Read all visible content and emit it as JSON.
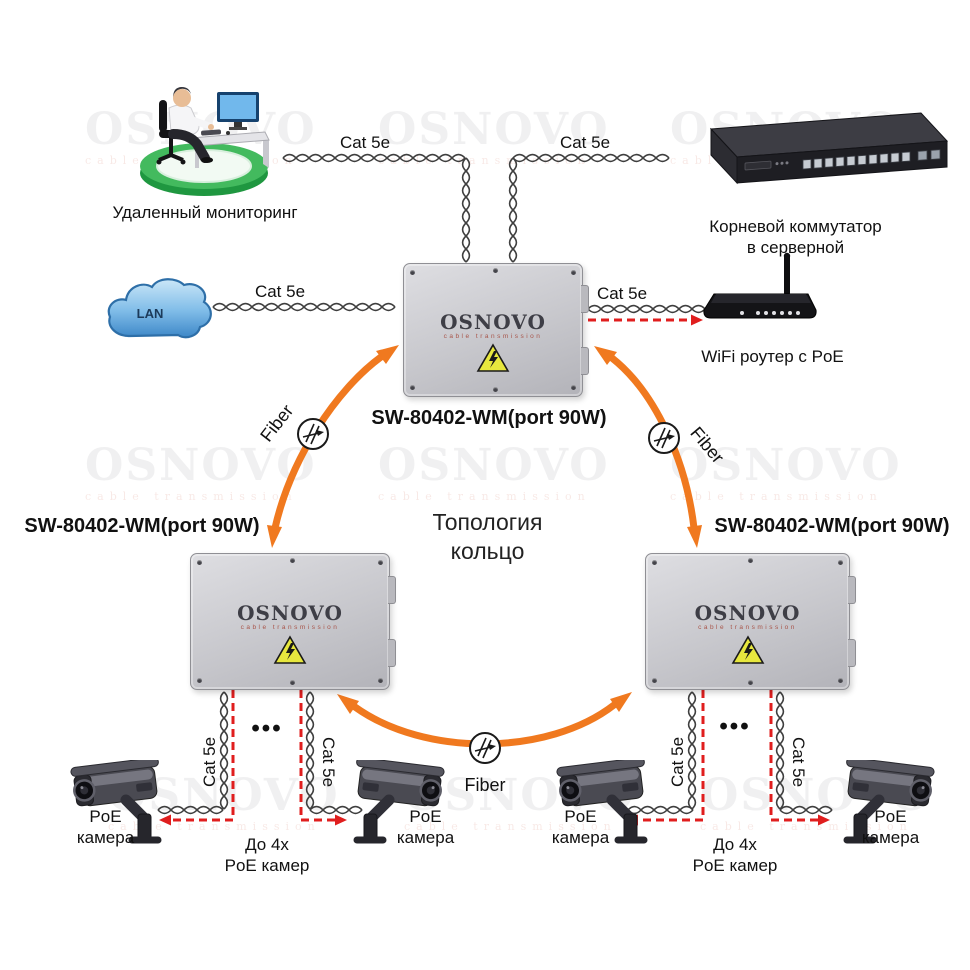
{
  "watermark": {
    "brand": "OSNOVO",
    "sub": "cable transmission"
  },
  "remote_monitoring": {
    "label": "Удаленный мониторинг"
  },
  "root_switch": {
    "label_line1": "Корневой коммутатор",
    "label_line2": "в серверной"
  },
  "lan_cloud": {
    "label": "LAN"
  },
  "wifi_router": {
    "label": "WiFi роутер с PoE"
  },
  "poe_switch": {
    "brand": "OSNOVO",
    "brand_sub": "cable transmission",
    "model": "SW-80402-WM(port 90W)"
  },
  "topology": {
    "line1": "Топология",
    "line2": "кольцо"
  },
  "cables": {
    "cat5e": "Cat 5e",
    "fiber": "Fiber"
  },
  "camera": {
    "line1": "PoE",
    "line2": "камера"
  },
  "camera_group": {
    "ellipsis": "•••",
    "line1": "До 4х",
    "line2": "PoE камер"
  },
  "colors": {
    "orange": "#F0791F",
    "red": "#E01E1E",
    "green": "#2EAD4C",
    "box_gray": "#C9C9CE"
  }
}
